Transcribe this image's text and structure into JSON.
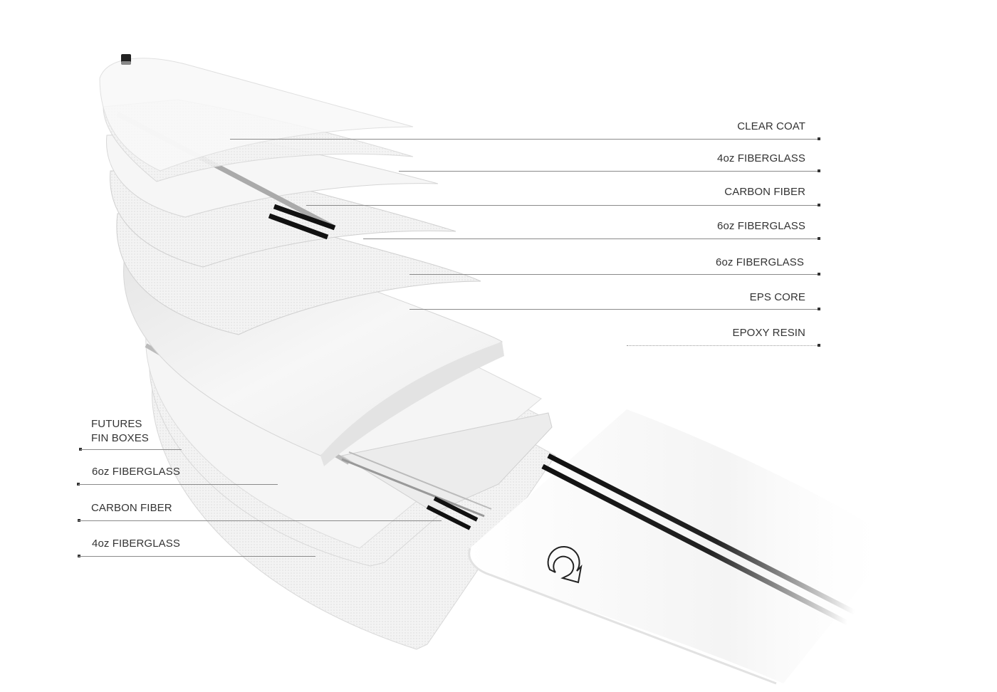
{
  "right_callouts": [
    {
      "label": "CLEAR COAT"
    },
    {
      "label": "4oz FIBERGLASS"
    },
    {
      "label": "CARBON FIBER"
    },
    {
      "label": "6oz FIBERGLASS"
    },
    {
      "label": "6oz FIBERGLASS"
    },
    {
      "label": "EPS CORE"
    },
    {
      "label": "EPOXY RESIN"
    }
  ],
  "left_callouts": [
    {
      "label_line1": "FUTURES",
      "label_line2": "FIN BOXES"
    },
    {
      "label": "6oz FIBERGLASS"
    },
    {
      "label": "CARBON FIBER"
    },
    {
      "label": "4oz FIBERGLASS"
    }
  ],
  "colors": {
    "text": "#333333",
    "leader_line": "#8a8a8a",
    "stripe": "#111111",
    "layer": "#f2f2f2"
  },
  "icons": [
    "rotating-arrow-logo-icon",
    "leash-plug-icon"
  ]
}
